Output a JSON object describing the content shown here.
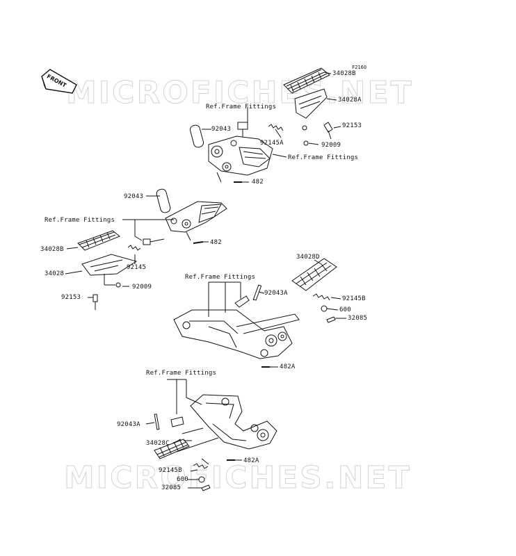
{
  "diagram": {
    "code": "F2160",
    "watermark_top": "MICROFICHES.NET",
    "watermark_bottom": "MICROFICHES.NET",
    "front_arrow_label": "FRONT",
    "labels": [
      {
        "id": "l01",
        "text": "34028B"
      },
      {
        "id": "l02",
        "text": "34028A"
      },
      {
        "id": "l03",
        "text": "Ref.Frame Fittings"
      },
      {
        "id": "l04",
        "text": "92043"
      },
      {
        "id": "l05",
        "text": "92153"
      },
      {
        "id": "l06",
        "text": "92145A"
      },
      {
        "id": "l07",
        "text": "92009"
      },
      {
        "id": "l08",
        "text": "Ref.Frame Fittings"
      },
      {
        "id": "l09",
        "text": "482"
      },
      {
        "id": "l10",
        "text": "92043"
      },
      {
        "id": "l11",
        "text": "Ref.Frame Fittings"
      },
      {
        "id": "l12",
        "text": "482"
      },
      {
        "id": "l13",
        "text": "34028B"
      },
      {
        "id": "l14",
        "text": "92145"
      },
      {
        "id": "l15",
        "text": "34028"
      },
      {
        "id": "l16",
        "text": "92009"
      },
      {
        "id": "l17",
        "text": "92153"
      },
      {
        "id": "l18",
        "text": "34028D"
      },
      {
        "id": "l19",
        "text": "Ref.Frame Fittings"
      },
      {
        "id": "l20",
        "text": "92043A"
      },
      {
        "id": "l21",
        "text": "92145B"
      },
      {
        "id": "l22",
        "text": "600"
      },
      {
        "id": "l23",
        "text": "32085"
      },
      {
        "id": "l24",
        "text": "482A"
      },
      {
        "id": "l25",
        "text": "Ref.Frame Fittings"
      },
      {
        "id": "l26",
        "text": "92043A"
      },
      {
        "id": "l27",
        "text": "34028C"
      },
      {
        "id": "l28",
        "text": "482A"
      },
      {
        "id": "l29",
        "text": "92145B"
      },
      {
        "id": "l30",
        "text": "600"
      },
      {
        "id": "l31",
        "text": "32085"
      }
    ]
  }
}
